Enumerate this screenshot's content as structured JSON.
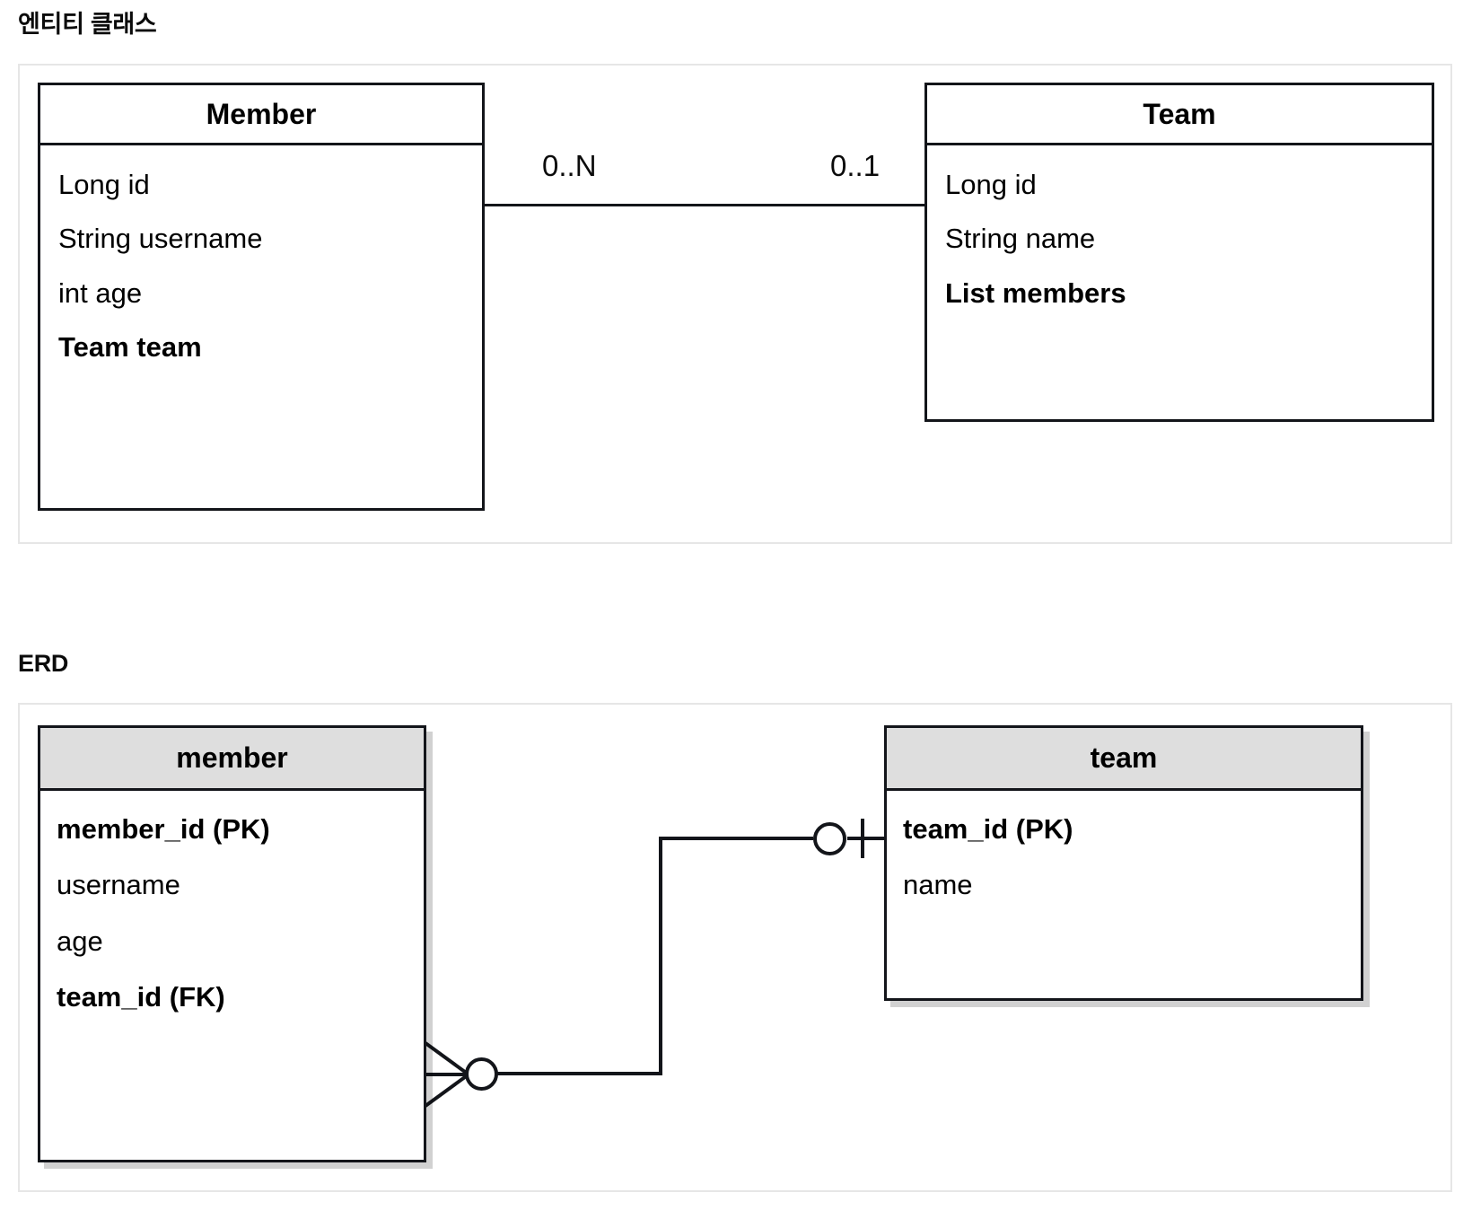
{
  "headings": {
    "entity": "엔티티 클래스",
    "erd": "ERD"
  },
  "entity_diagram": {
    "classes": [
      {
        "name": "Member",
        "fields": [
          {
            "text": "Long id",
            "bold": false
          },
          {
            "text": "String username",
            "bold": false
          },
          {
            "text": "int age",
            "bold": false
          },
          {
            "text": "Team team",
            "bold": true
          }
        ]
      },
      {
        "name": "Team",
        "fields": [
          {
            "text": "Long id",
            "bold": false
          },
          {
            "text": "String name",
            "bold": false
          },
          {
            "text": "List members",
            "bold": true
          }
        ]
      }
    ],
    "association": {
      "source_multiplicity": "0..N",
      "target_multiplicity": "0..1"
    }
  },
  "erd_diagram": {
    "tables": [
      {
        "name": "member",
        "columns": [
          {
            "text": "member_id (PK)",
            "bold": true
          },
          {
            "text": "username",
            "bold": false
          },
          {
            "text": "age",
            "bold": false
          },
          {
            "text": "team_id (FK)",
            "bold": true
          }
        ]
      },
      {
        "name": "team",
        "columns": [
          {
            "text": "team_id (PK)",
            "bold": true
          },
          {
            "text": "name",
            "bold": false
          }
        ]
      }
    ],
    "relationship": {
      "member_side": "zero-or-many",
      "team_side": "zero-or-one"
    }
  },
  "colors": {
    "box_border": "#13151a",
    "panel_border": "#e6e6e6",
    "erd_header_fill": "#dedede",
    "background": "#ffffff"
  }
}
